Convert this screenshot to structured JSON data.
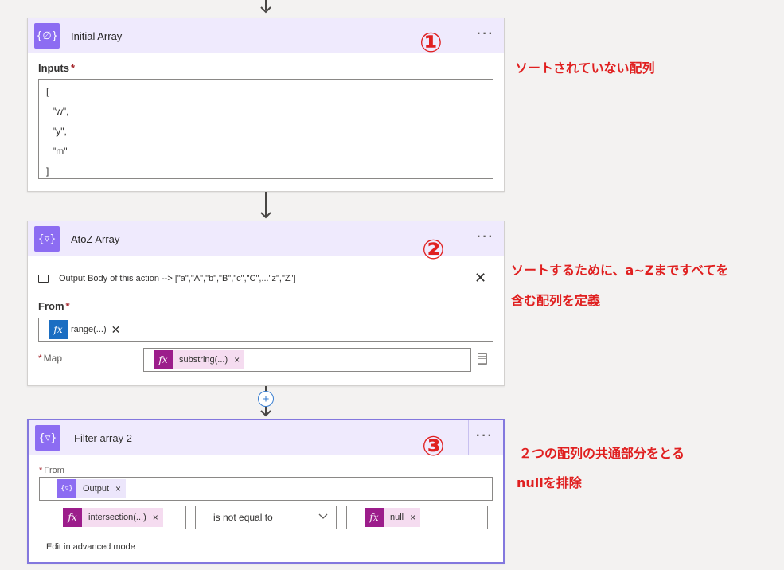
{
  "card1": {
    "title": "Initial Array",
    "icon": "curly-braces-icon",
    "more": "···",
    "inputs_label": "Inputs",
    "required_mark": "*",
    "code_lines": [
      "[",
      "\"w\",",
      "\"y\",",
      "\"m\"",
      "]"
    ]
  },
  "card2": {
    "title": "AtoZ Array",
    "more": "···",
    "output_note": "Output Body of this action --> [\"a\",\"A\",\"b\",\"B\",\"c\",\"C\",...\"z\",\"Z\"]",
    "close": "✕",
    "from_label": "From",
    "required_mark": "*",
    "from_token": "range(...)",
    "from_token_x": "✕",
    "map_label": "Map",
    "map_token": "substring(...)",
    "map_token_x": "×"
  },
  "card3": {
    "title": "Filter array 2",
    "more": "···",
    "from_label": "From",
    "required_mark": "*",
    "from_token": "Output",
    "from_token_x": "×",
    "left_token": "intersection(...)",
    "left_token_x": "×",
    "operator": "is not equal to",
    "right_token": "null",
    "right_token_x": "×",
    "advanced_link": "Edit in advanced mode"
  },
  "annotations": {
    "num1": "①",
    "num2": "②",
    "num3": "③",
    "note1": "ソートされていない配列",
    "note2_line1": "ソートするために、a~Zまですべてを",
    "note2_line2": "含む配列を定義",
    "note3_line1": "２つの配列の共通部分をとる",
    "note3_line2": "nullを排除"
  },
  "colors": {
    "accent": "#8c6cf2",
    "header_bg": "#efeafd",
    "expression": "#9c1d8b",
    "annotation": "#e02020"
  },
  "add_step": "+"
}
